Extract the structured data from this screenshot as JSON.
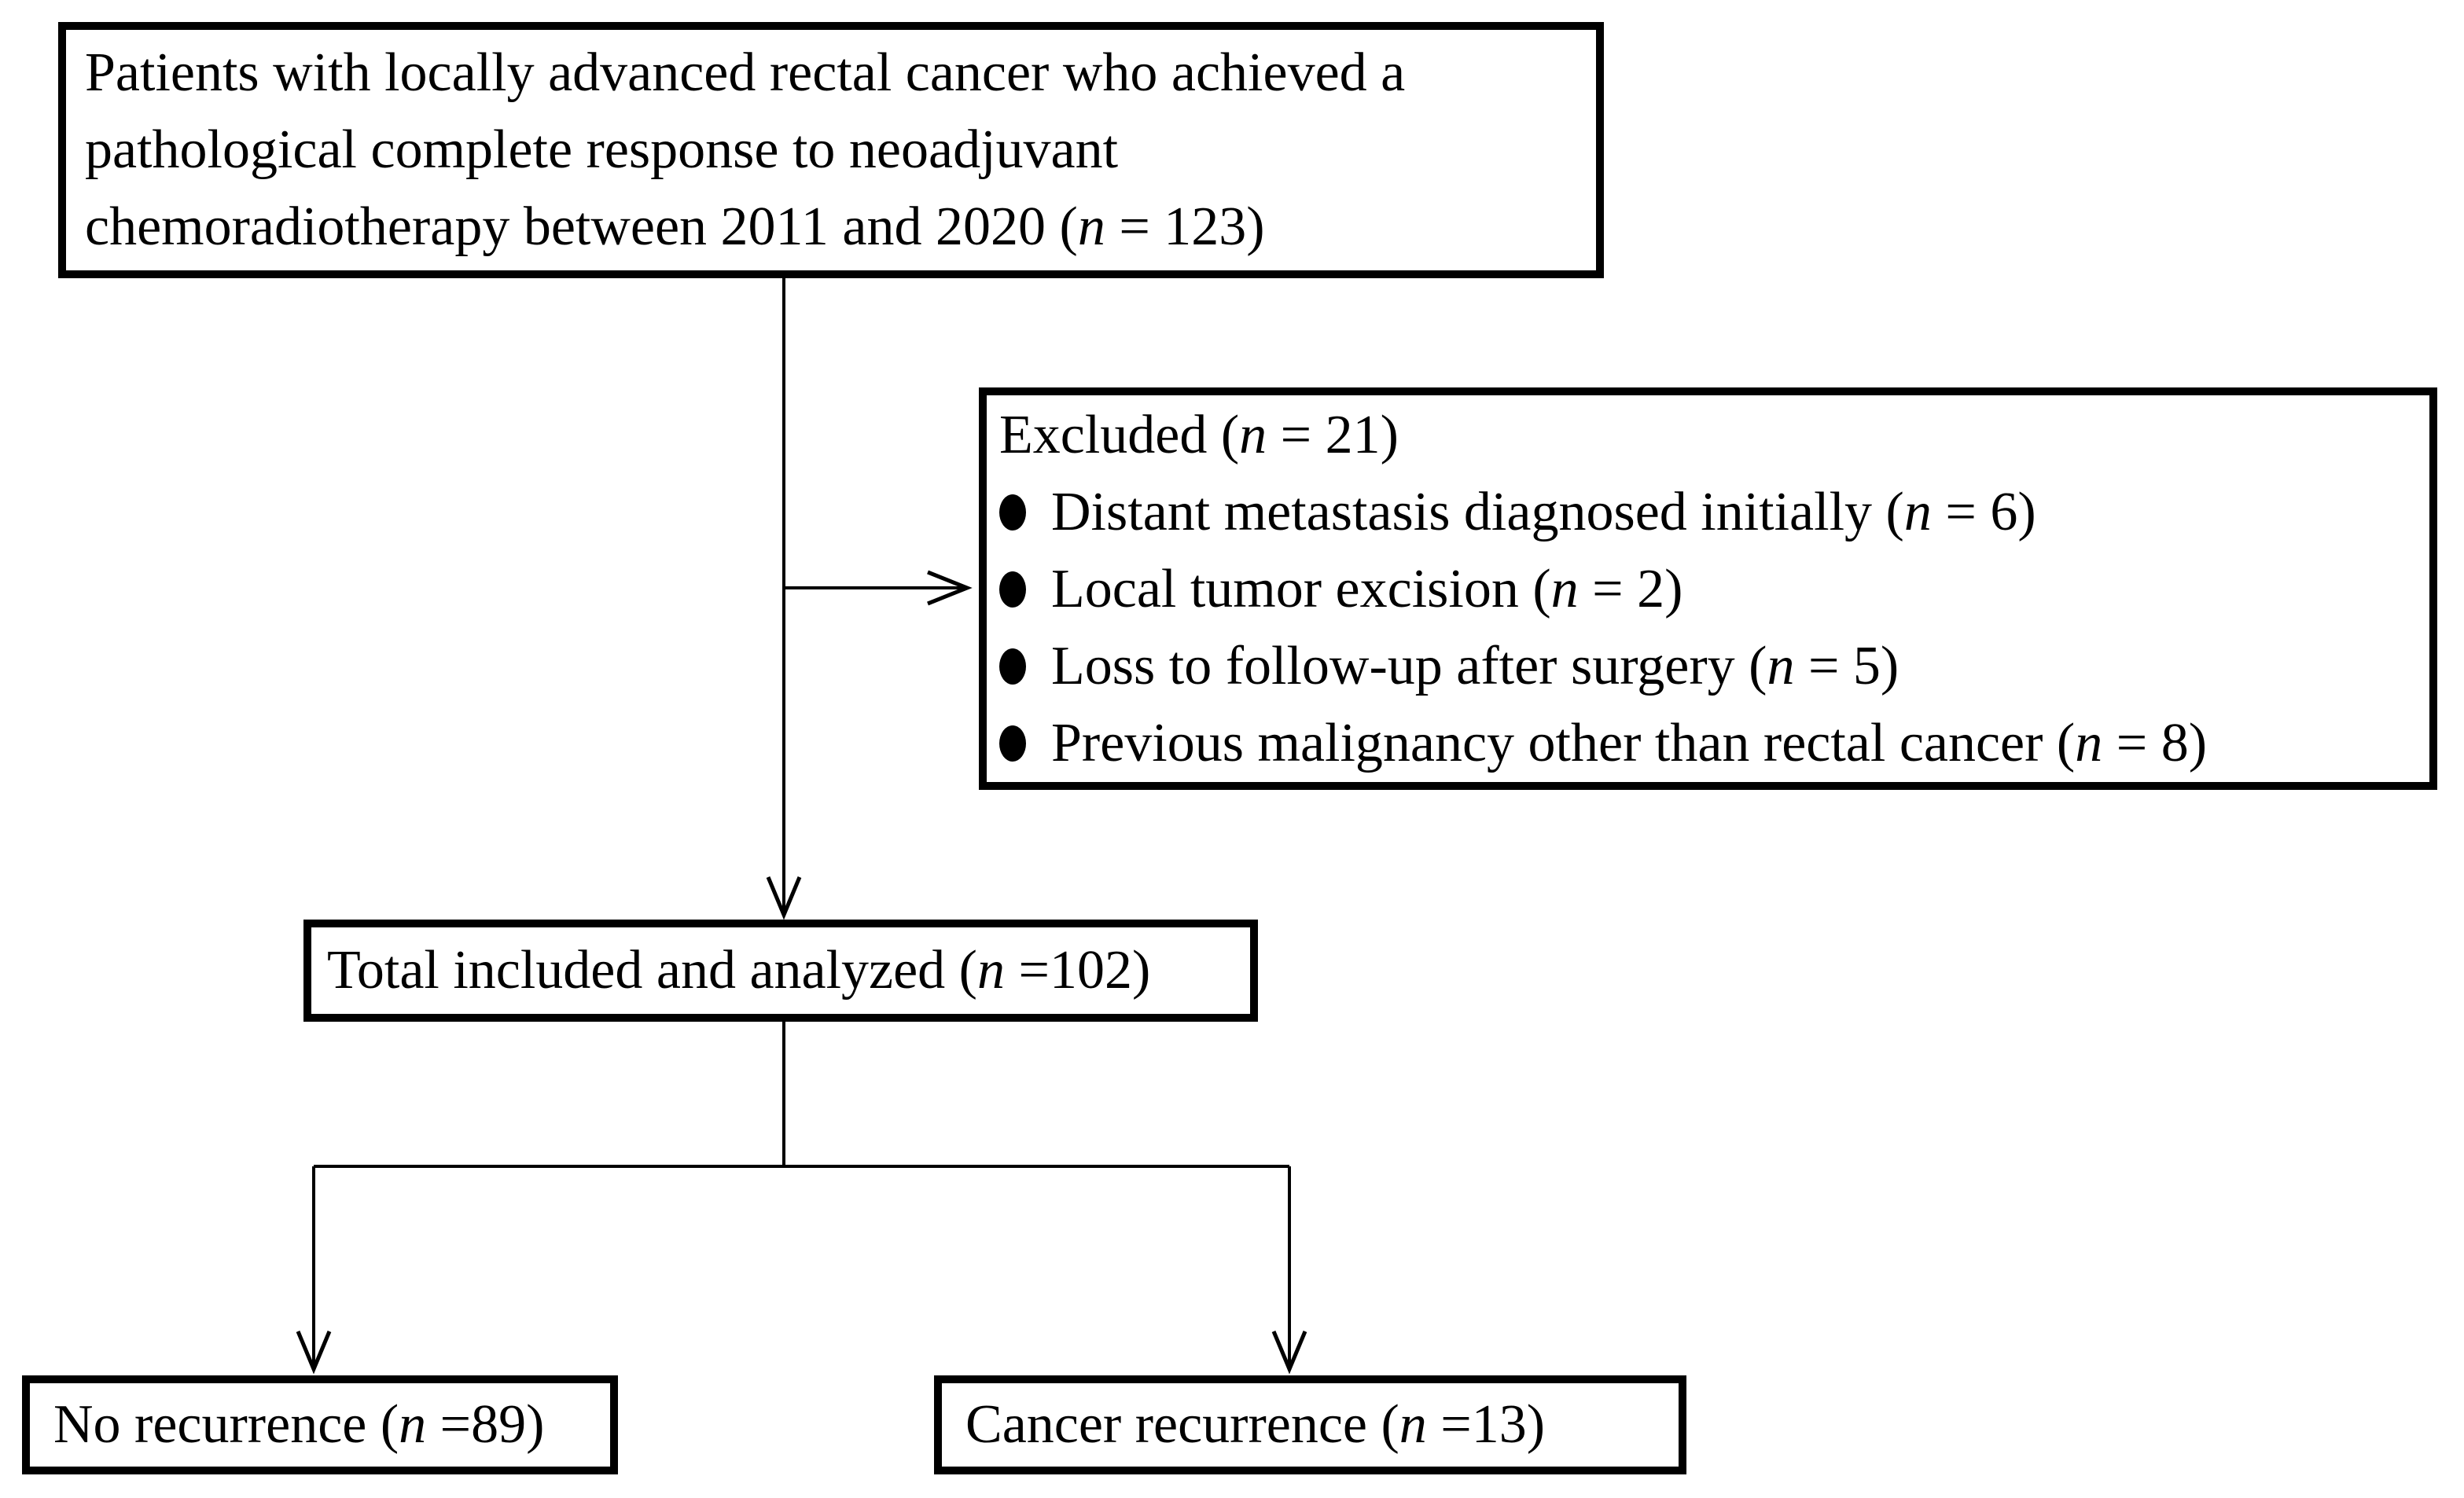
{
  "figure": {
    "background_color": "#ffffff",
    "line_color": "#000000",
    "boxes": {
      "eligible": {
        "lines": [
          "Patients with locally advanced rectal cancer who achieved a",
          "pathological complete response to neoadjuvant",
          "chemoradiotherapy between 2011 and 2020 (n = 123)"
        ],
        "n_value": 123
      },
      "excluded": {
        "title": "Excluded (n = 21)",
        "n_value": 21,
        "items": [
          "Distant metastasis diagnosed initially (n = 6)",
          "Local tumor excision (n = 2)",
          "Loss to follow-up after surgery (n = 5)",
          "Previous malignancy other than rectal cancer (n = 8)"
        ],
        "item_n_values": [
          6,
          2,
          5,
          8
        ]
      },
      "total": {
        "text": "Total included and analyzed (n =102)",
        "n_value": 102
      },
      "no_recurrence": {
        "text": "No recurrence (n =89)",
        "n_value": 89
      },
      "cancer_recurrence": {
        "text": "Cancer recurrence (n =13)",
        "n_value": 13
      }
    }
  }
}
